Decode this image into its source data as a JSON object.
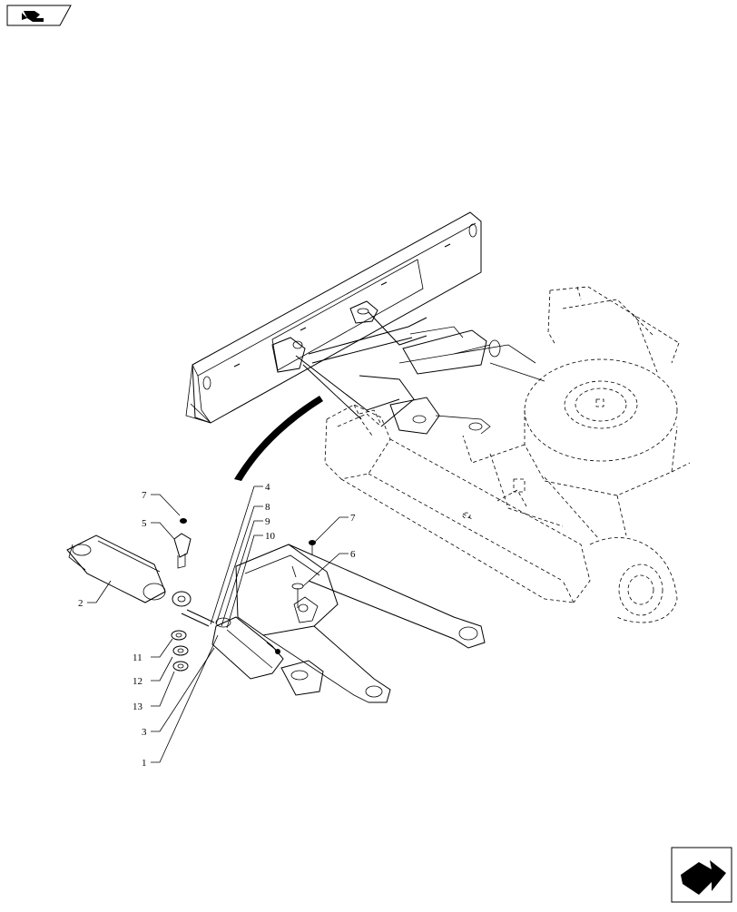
{
  "diagram": {
    "callouts": [
      {
        "id": "c7a",
        "text": "7"
      },
      {
        "id": "c5",
        "text": "5"
      },
      {
        "id": "c2",
        "text": "2"
      },
      {
        "id": "c11",
        "text": "11"
      },
      {
        "id": "c12",
        "text": "12"
      },
      {
        "id": "c13",
        "text": "13"
      },
      {
        "id": "c3",
        "text": "3"
      },
      {
        "id": "c1",
        "text": "1"
      },
      {
        "id": "c4",
        "text": "4"
      },
      {
        "id": "c8",
        "text": "8"
      },
      {
        "id": "c9",
        "text": "9"
      },
      {
        "id": "c10",
        "text": "10"
      },
      {
        "id": "c7b",
        "text": "7"
      },
      {
        "id": "c6",
        "text": "6"
      }
    ]
  },
  "icons": {
    "top_left": "previous-page-arrow-icon",
    "bottom_right": "next-page-arrow-icon"
  }
}
